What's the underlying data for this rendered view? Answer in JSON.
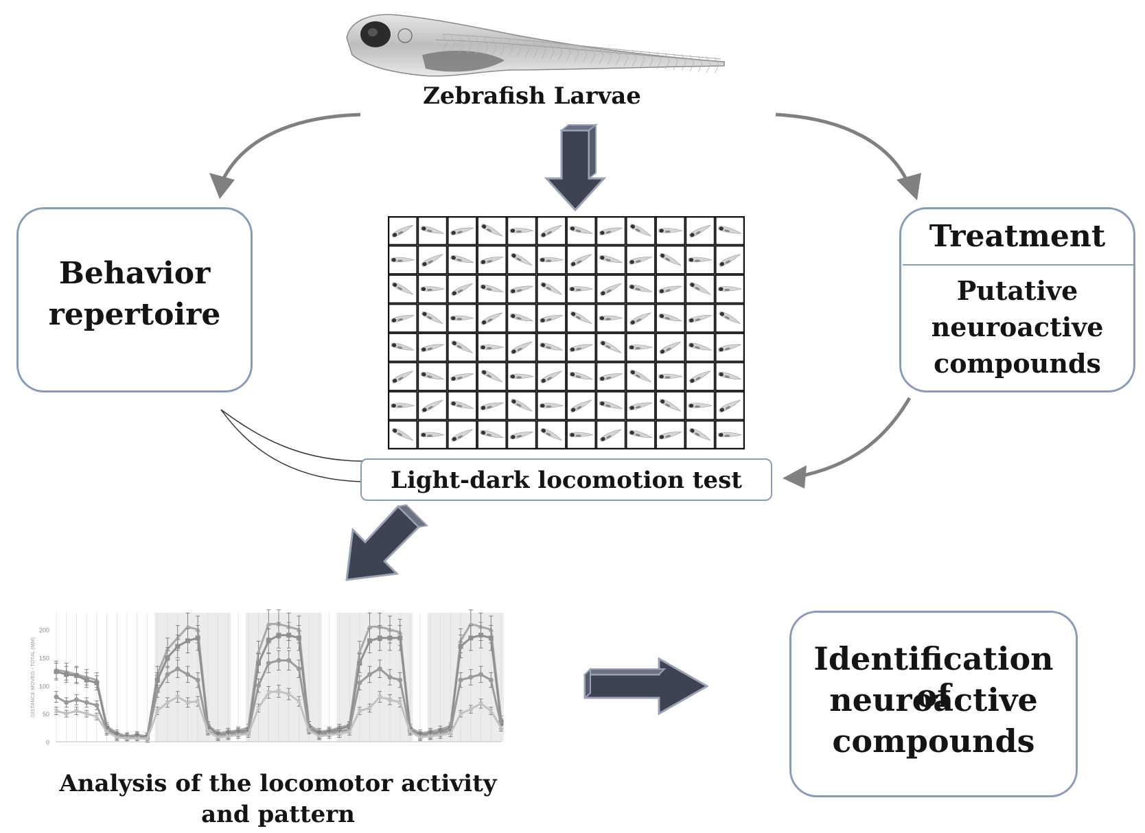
{
  "title": "Zebrafish Larvae",
  "behavior_box": {
    "line1": "Behavior",
    "line2": "repertoire"
  },
  "treatment_box": {
    "header": "Treatment",
    "line1": "Putative",
    "line2": "neuroactive",
    "line3": "compounds"
  },
  "test_box": {
    "label": "Light-dark locomotion test"
  },
  "analysis_label": {
    "line1": "Analysis of the locomotor activity",
    "line2": "and pattern"
  },
  "identification_box": {
    "line1": "Identification of",
    "line2": "neuroactive",
    "line3": "compounds"
  },
  "plate": {
    "rows": 8,
    "cols": 12
  },
  "chart_data": {
    "type": "line",
    "title": "",
    "xlabel": "",
    "ylabel": "DISTANCE MOVED - TOTAL (MM)",
    "ylim": [
      0,
      230
    ],
    "yticks": [
      0,
      50,
      100,
      150,
      200
    ],
    "dark_bands": [
      [
        10,
        17
      ],
      [
        19,
        26
      ],
      [
        28,
        35
      ],
      [
        37,
        44
      ]
    ],
    "series": [
      {
        "values": [
          128,
          125,
          120,
          115,
          110,
          28,
          15,
          10,
          12,
          10,
          120,
          165,
          185,
          205,
          200,
          30,
          15,
          18,
          20,
          25,
          160,
          210,
          210,
          205,
          200,
          30,
          18,
          20,
          25,
          30,
          160,
          205,
          205,
          200,
          195,
          25,
          15,
          18,
          22,
          28,
          180,
          210,
          205,
          200,
          40
        ]
      },
      {
        "values": [
          125,
          120,
          118,
          110,
          105,
          25,
          12,
          8,
          10,
          8,
          110,
          150,
          170,
          180,
          185,
          28,
          12,
          15,
          18,
          20,
          140,
          180,
          190,
          190,
          185,
          25,
          15,
          18,
          22,
          28,
          140,
          180,
          185,
          185,
          185,
          22,
          12,
          15,
          18,
          25,
          170,
          185,
          190,
          185,
          35
        ]
      },
      {
        "values": [
          80,
          70,
          75,
          70,
          65,
          20,
          10,
          8,
          8,
          6,
          90,
          120,
          130,
          120,
          110,
          20,
          10,
          12,
          15,
          18,
          100,
          140,
          145,
          145,
          130,
          22,
          12,
          15,
          18,
          22,
          105,
          120,
          130,
          115,
          110,
          20,
          10,
          12,
          15,
          20,
          110,
          115,
          120,
          110,
          30
        ]
      },
      {
        "values": [
          55,
          50,
          55,
          50,
          45,
          18,
          8,
          6,
          6,
          5,
          55,
          70,
          80,
          70,
          72,
          18,
          8,
          10,
          12,
          14,
          60,
          88,
          90,
          85,
          72,
          20,
          10,
          12,
          14,
          18,
          55,
          60,
          80,
          75,
          70,
          18,
          8,
          10,
          12,
          15,
          50,
          58,
          68,
          55,
          25
        ]
      }
    ]
  }
}
